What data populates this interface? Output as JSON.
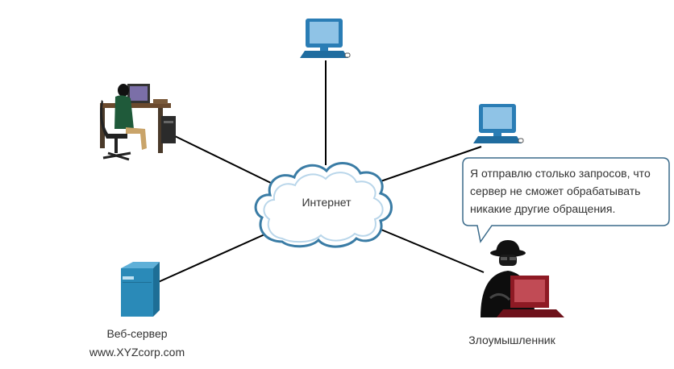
{
  "diagram": {
    "internet_label": "Интернет",
    "web_server": {
      "label": "Веб-сервер",
      "host": "www.XYZcorp.com"
    },
    "attacker": {
      "label": "Злоумышленник"
    },
    "speech_bubble": {
      "lines": [
        "Я отправлю столько запросов, что",
        "сервер не сможет обрабатывать",
        "никакие другие обращения."
      ]
    },
    "colors": {
      "link": "#000000",
      "cloud_stroke": "#3a7ca5",
      "cloud_fill": "#ffffff",
      "monitor_blue": "#2a7db5",
      "screen_blue": "#8fc3e6",
      "server_blue": "#2a8ab8",
      "attacker_red": "#8e1a24",
      "bubble_stroke": "#3a6a8a"
    },
    "icons": [
      "pc-top-icon",
      "pc-right-icon",
      "user-workstation-icon",
      "web-server-icon",
      "attacker-icon",
      "internet-cloud-icon"
    ]
  }
}
